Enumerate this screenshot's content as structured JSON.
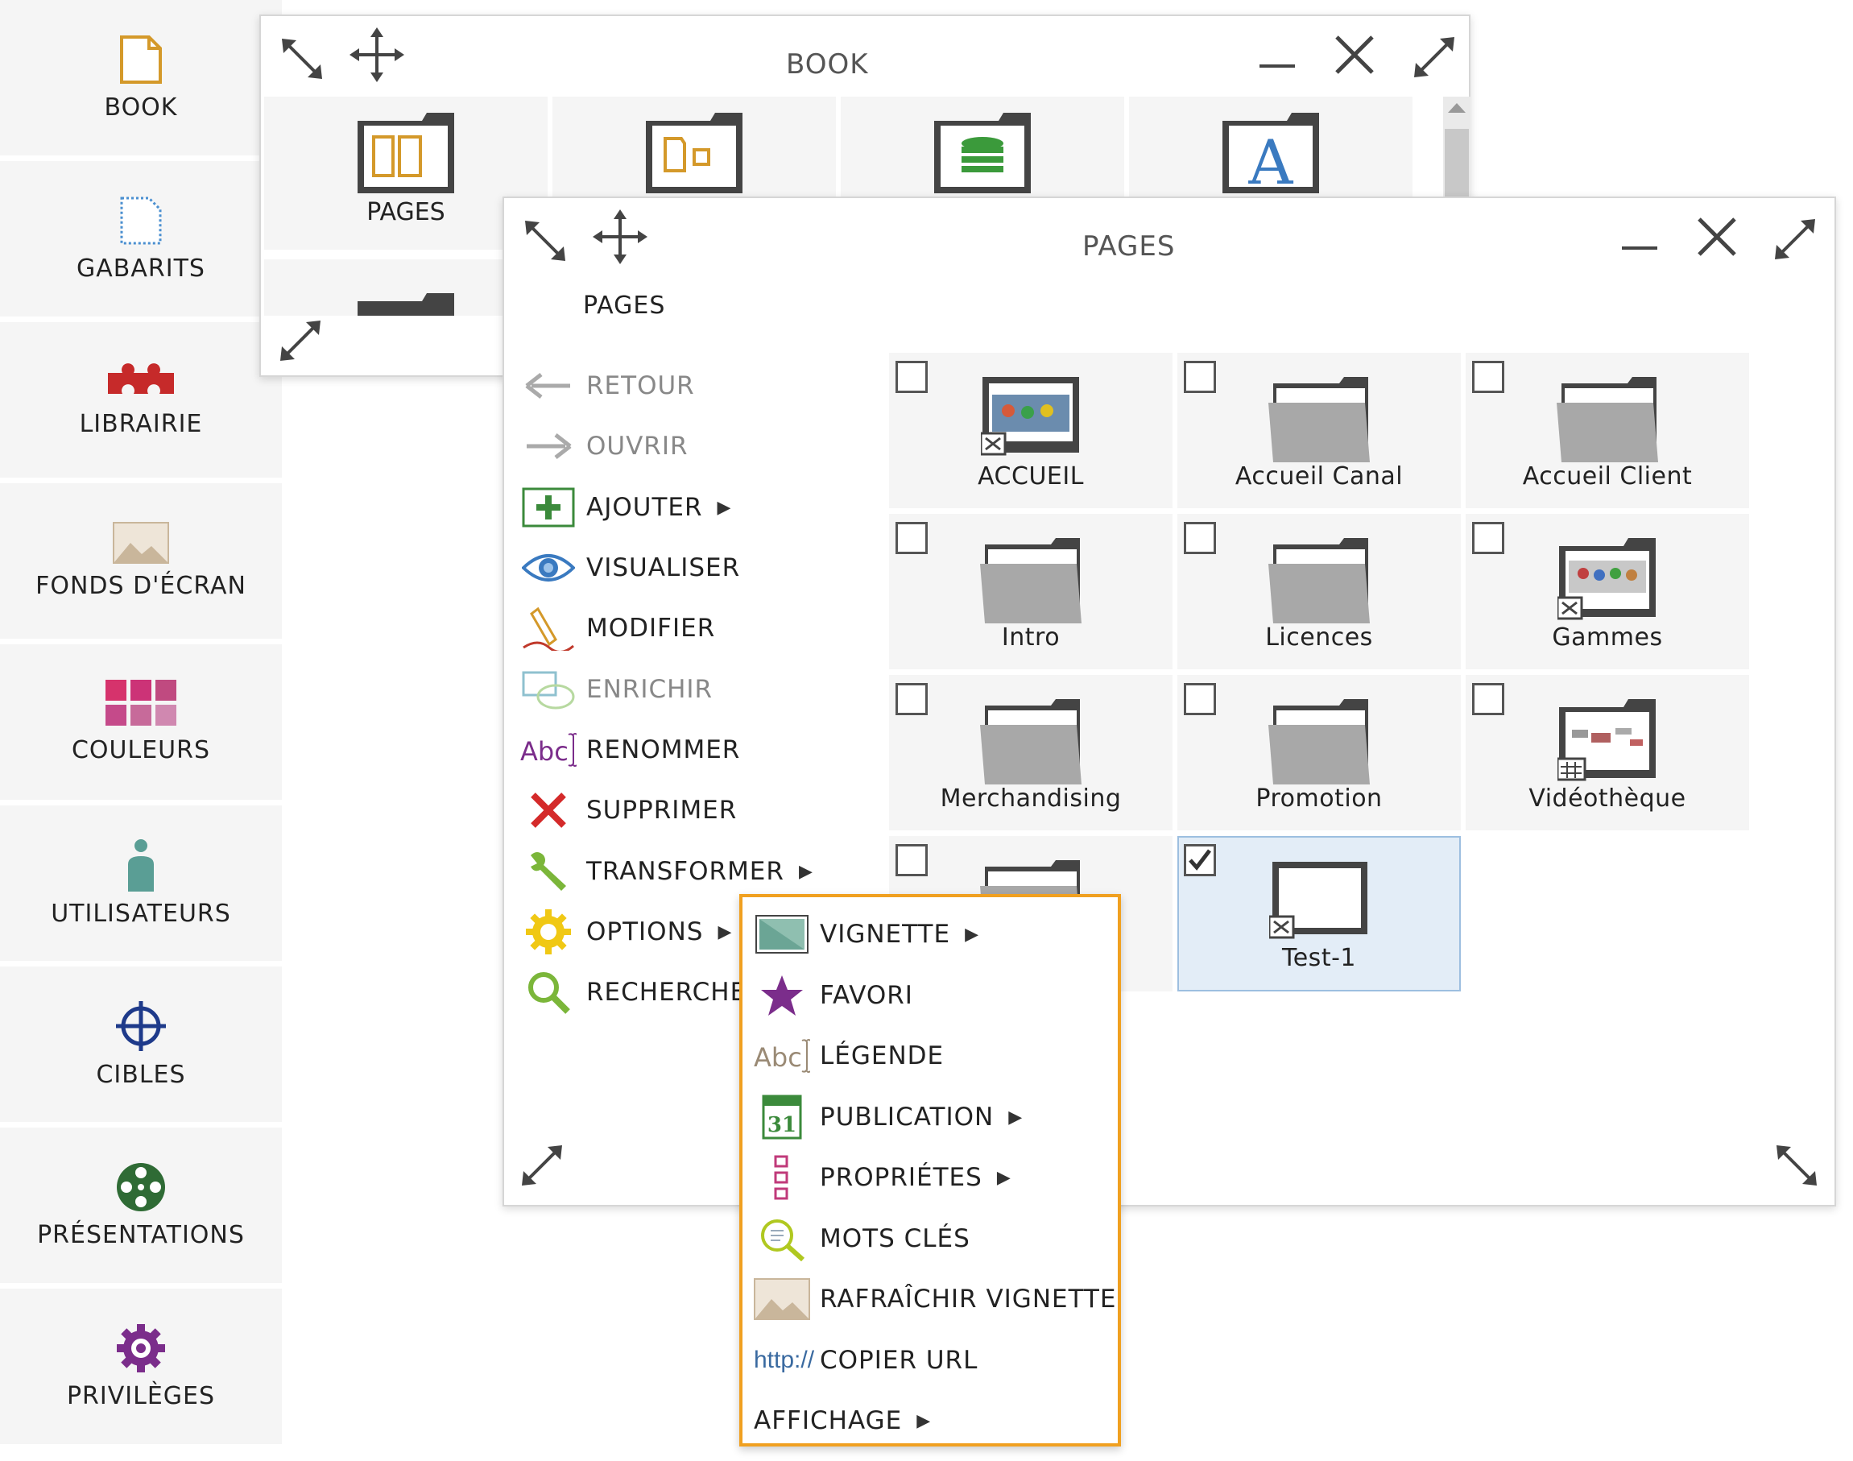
{
  "sidebar": {
    "items": [
      {
        "label": "BOOK",
        "icon": "book-icon"
      },
      {
        "label": "GABARITS",
        "icon": "template-icon"
      },
      {
        "label": "LIBRAIRIE",
        "icon": "puzzle-icon"
      },
      {
        "label": "FONDS D'ÉCRAN",
        "icon": "wallpaper-icon"
      },
      {
        "label": "COULEURS",
        "icon": "color-grid-icon"
      },
      {
        "label": "UTILISATEURS",
        "icon": "user-icon"
      },
      {
        "label": "CIBLES",
        "icon": "target-icon"
      },
      {
        "label": "PRÉSENTATIONS",
        "icon": "film-reel-icon"
      },
      {
        "label": "PRIVILÈGES",
        "icon": "gear-icon"
      }
    ]
  },
  "book_window": {
    "title": "BOOK",
    "tiles": [
      {
        "label": "PAGES",
        "icon": "pages-folder-icon"
      },
      {
        "label": "",
        "icon": "folder-icon"
      },
      {
        "label": "",
        "icon": "database-folder-icon"
      },
      {
        "label": "",
        "icon": "font-folder-icon"
      }
    ]
  },
  "pages_window": {
    "title": "PAGES",
    "breadcrumb": "PAGES",
    "menu": [
      {
        "label": "RETOUR",
        "icon": "arrow-left-icon",
        "disabled": true
      },
      {
        "label": "OUVRIR",
        "icon": "arrow-right-icon",
        "disabled": true
      },
      {
        "label": "AJOUTER",
        "icon": "add-icon",
        "submenu": true
      },
      {
        "label": "VISUALISER",
        "icon": "eye-icon"
      },
      {
        "label": "MODIFIER",
        "icon": "edit-icon"
      },
      {
        "label": "ENRICHIR",
        "icon": "enrich-icon",
        "disabled": true
      },
      {
        "label": "RENOMMER",
        "icon": "rename-icon"
      },
      {
        "label": "SUPPRIMER",
        "icon": "delete-icon"
      },
      {
        "label": "TRANSFORMER",
        "icon": "wrench-icon",
        "submenu": true
      },
      {
        "label": "OPTIONS",
        "icon": "options-icon",
        "submenu": true
      },
      {
        "label": "RECHERCHE",
        "icon": "search-icon"
      }
    ],
    "tiles": [
      {
        "label": "ACCUEIL",
        "type": "image",
        "checked": false
      },
      {
        "label": "Accueil Canal",
        "type": "folder",
        "checked": false
      },
      {
        "label": "Accueil Client",
        "type": "folder",
        "checked": false
      },
      {
        "label": "Intro",
        "type": "folder",
        "checked": false
      },
      {
        "label": "Licences",
        "type": "folder",
        "checked": false
      },
      {
        "label": "Gammes",
        "type": "image",
        "checked": false
      },
      {
        "label": "Merchandising",
        "type": "folder",
        "checked": false
      },
      {
        "label": "Promotion",
        "type": "folder",
        "checked": false
      },
      {
        "label": "Vidéothèque",
        "type": "image",
        "checked": false
      },
      {
        "label": "",
        "type": "folder",
        "checked": false
      },
      {
        "label": "Test-1",
        "type": "page",
        "checked": true
      }
    ]
  },
  "context_menu": {
    "items": [
      {
        "label": "VIGNETTE",
        "icon": "thumbnail-icon",
        "submenu": true
      },
      {
        "label": "FAVORI",
        "icon": "star-icon"
      },
      {
        "label": "LÉGENDE",
        "icon": "caption-icon"
      },
      {
        "label": "PUBLICATION",
        "icon": "calendar-icon",
        "submenu": true,
        "calendar_day": "31"
      },
      {
        "label": "PROPRIÉTES",
        "icon": "properties-icon",
        "submenu": true
      },
      {
        "label": "MOTS CLÉS",
        "icon": "keywords-icon"
      },
      {
        "label": "RAFRAÎCHIR VIGNETTE",
        "icon": "refresh-thumbnail-icon"
      },
      {
        "label": "COPIER URL",
        "icon": "url-icon",
        "icon_text": "http://"
      },
      {
        "label": "AFFICHAGE",
        "submenu": true
      }
    ]
  },
  "glyphs": {
    "abc": "Abc",
    "font_a": "A",
    "submenu_arrow": "▶"
  },
  "colors": {
    "accent": "#f0a020",
    "selection": "#e3edf7",
    "folder": "#a8a8a8"
  }
}
